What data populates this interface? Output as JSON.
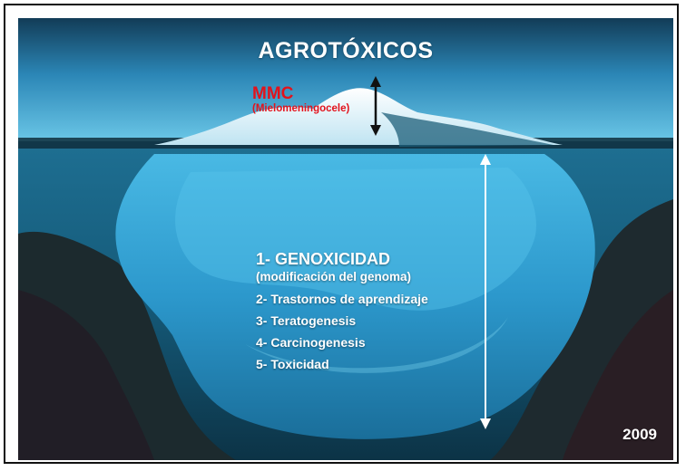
{
  "title": "AGROTÓXICOS",
  "tip": {
    "abbr": "MMC",
    "full": "(Mielomeningocele)"
  },
  "effects": {
    "first": "1- GENOXICIDAD",
    "first_detail": "(modificación del genoma)",
    "items": [
      "2- Trastornos de aprendizaje",
      "3- Teratogenesis",
      "4- Carcinogenesis",
      "5- Toxicidad"
    ]
  },
  "year": "2009",
  "colors": {
    "tip_text": "#e3121b",
    "body_text": "#ffffff",
    "frame": "#111111",
    "water_top": "#2f9ad0",
    "water_deep": "#0d3a4f"
  }
}
